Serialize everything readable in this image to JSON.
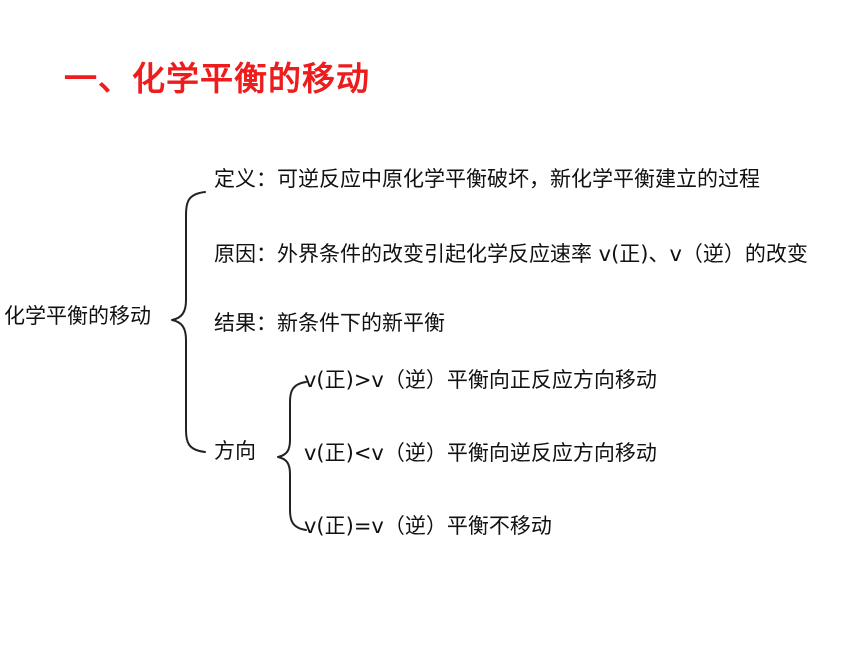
{
  "title": "一、化学平衡的移动",
  "root": "化学平衡的移动",
  "branches": {
    "definition": "定义：可逆反应中原化学平衡破坏，新化学平衡建立的过程",
    "cause": "原因：外界条件的改变引起化学反应速率 v(正)、v（逆）的改变",
    "result": "结果：新条件下的新平衡",
    "direction": "方向"
  },
  "direction_items": [
    "v(正)>v（逆）平衡向正反应方向移动",
    "v(正)<v（逆）平衡向逆反应方向移动",
    "v(正)=v（逆）平衡不移动"
  ]
}
